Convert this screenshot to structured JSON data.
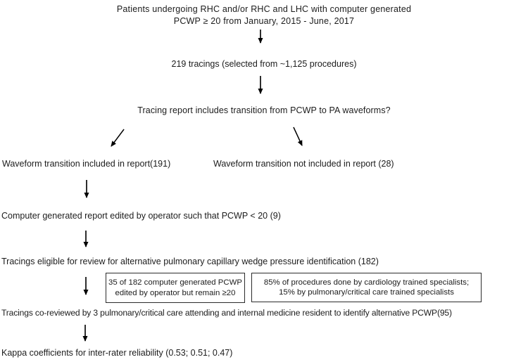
{
  "diagram": {
    "title_line1": "Patients undergoing RHC and/or RHC and LHC with computer generated",
    "title_line2": "PCWP ≥ 20 from January, 2015 - June, 2017",
    "nodes": {
      "tracings": "219 tracings (selected from ~1,125 procedures)",
      "question": "Tracing report includes transition from PCWP to PA waveforms?",
      "included": "Waveform transition included in report(191)",
      "not_included": "Waveform transition not included in report (28)",
      "edited": "Computer generated report edited by operator such that PCWP < 20 (9)",
      "eligible": "Tracings eligible for review for alternative pulmonary capillary wedge pressure identification (182)",
      "co_reviewed": "Tracings co-reviewed by 3 pulmonary/critical care attending and internal medicine resident to identify alternative PCWP(95)",
      "kappa": "Kappa coefficients for inter-rater reliability (0.53; 0.51; 0.47)"
    },
    "side_boxes": {
      "edited_but_remain_line1": "35 of 182 computer generated PCWP",
      "edited_but_remain_line2": "edited by operator but remain ≥20",
      "specialists_line1": "85% of procedures done by cardiology trained specialists;",
      "specialists_line2": "15% by pulmonary/critical care trained specialists"
    },
    "colors": {
      "background": "#ffffff",
      "text": "#1c1c1c",
      "line": "#000000"
    }
  }
}
